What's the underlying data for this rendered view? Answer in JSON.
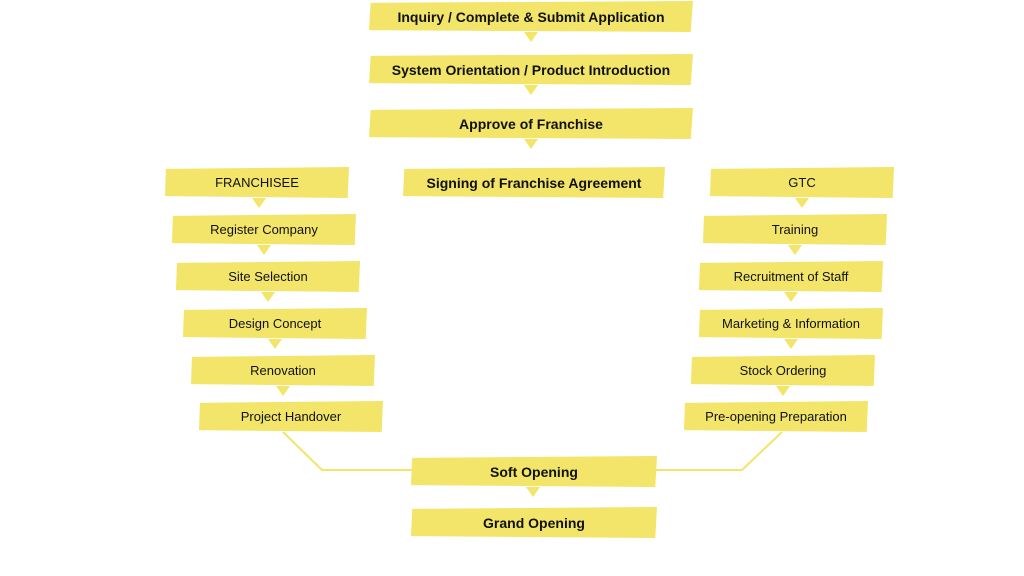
{
  "colors": {
    "box_fill": "#f2e56a",
    "connector": "#f2e56a",
    "text": "#111111",
    "background": "#ffffff"
  },
  "main_steps": [
    "Inquiry / Complete & Submit Application",
    "System Orientation / Product Introduction",
    "Approve of Franchise",
    "Signing of Franchise Agreement"
  ],
  "franchisee": {
    "header": "FRANCHISEE",
    "steps": [
      "Register Company",
      "Site Selection",
      "Design Concept",
      "Renovation",
      "Project Handover"
    ]
  },
  "gtc": {
    "header": "GTC",
    "steps": [
      "Training",
      "Recruitment of Staff",
      "Marketing & Information",
      "Stock Ordering",
      "Pre-opening Preparation"
    ]
  },
  "final_steps": [
    "Soft Opening",
    "Grand Opening"
  ]
}
